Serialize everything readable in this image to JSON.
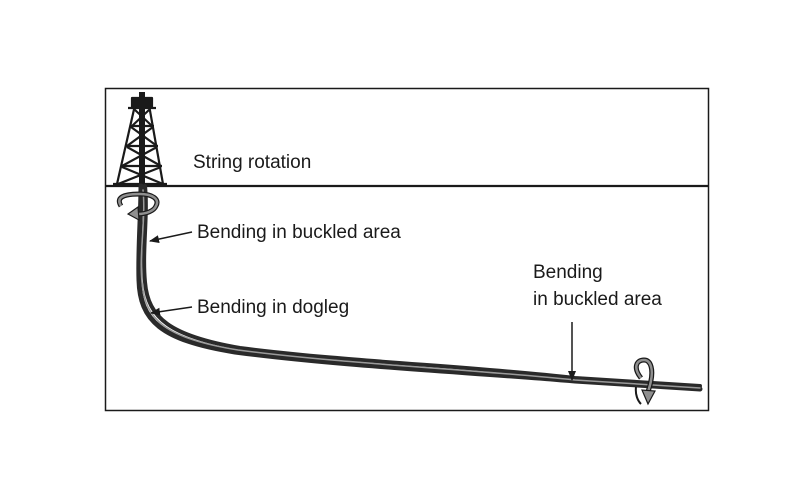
{
  "labels": {
    "string_rotation": "String rotation",
    "bending_buckled_upper": "Bending in buckled area",
    "bending_dogleg": "Bending in dogleg",
    "bending_buckled_lower_line1": "Bending",
    "bending_buckled_lower_line2": "in buckled area"
  },
  "colors": {
    "line": "#1a1a1a",
    "pipe": "#2a2a2a",
    "pipe_highlight": "#9a9a9a",
    "arrow_fill": "#8f8f8f"
  },
  "icons": {
    "rig": "drilling-rig-icon",
    "rotation_top": "rotation-arrow-icon",
    "rotation_bottom": "rotation-arrow-icon"
  }
}
